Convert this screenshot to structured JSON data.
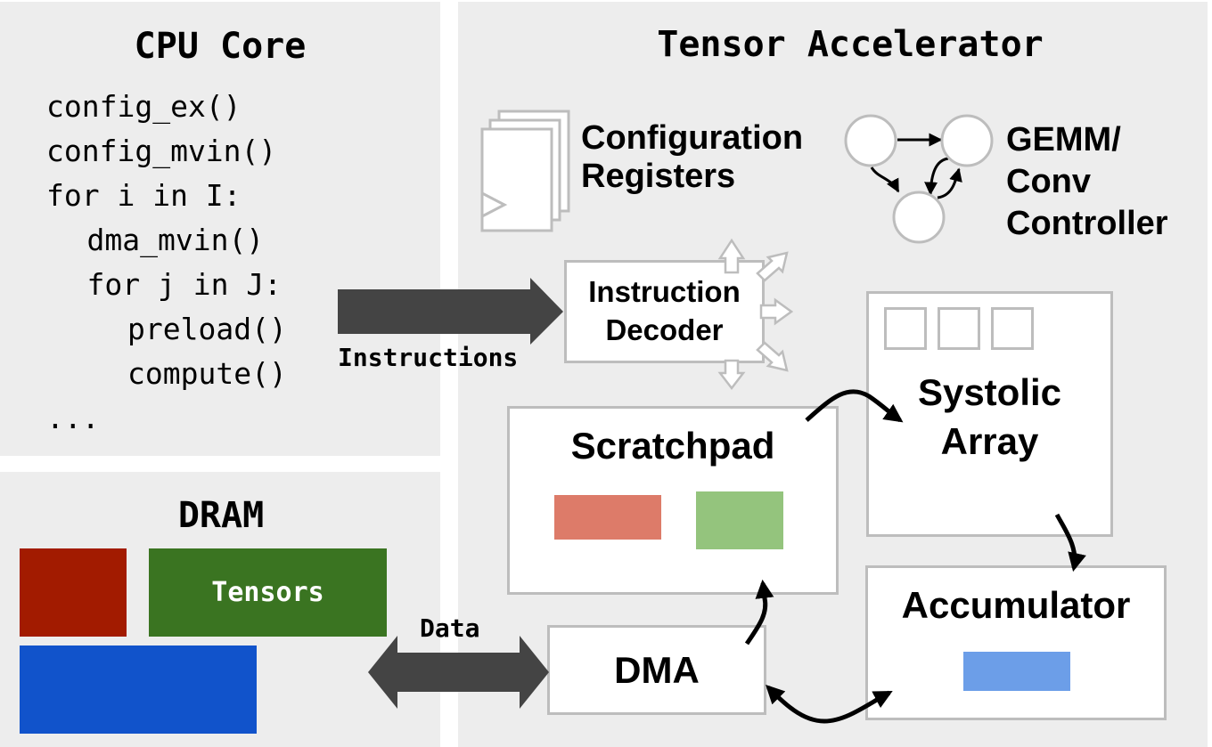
{
  "cpu_core": {
    "title": "CPU Core",
    "code": [
      {
        "text": "config_ex()",
        "indent": 0
      },
      {
        "text": "config_mvin()",
        "indent": 0
      },
      {
        "text": "for i in I:",
        "indent": 0
      },
      {
        "text": "dma_mvin()",
        "indent": 1
      },
      {
        "text": "for j in J:",
        "indent": 1
      },
      {
        "text": "preload()",
        "indent": 2
      },
      {
        "text": "compute()",
        "indent": 2
      },
      {
        "text": "...",
        "indent": 0
      }
    ]
  },
  "dram": {
    "title": "DRAM",
    "tensors_label": "Tensors",
    "colors": {
      "red": "#a21b00",
      "green": "#3a7421",
      "blue": "#1153cb"
    }
  },
  "links": {
    "instructions_label": "Instructions",
    "data_label": "Data",
    "arrow_color": "#444444"
  },
  "accelerator": {
    "title": "Tensor Accelerator",
    "config_registers": "Configuration\nRegisters",
    "controller": "GEMM/\nConv\nController",
    "instruction_decoder": "Instruction\nDecoder",
    "systolic_array": "Systolic\nArray",
    "scratchpad": "Scratchpad",
    "accumulator": "Accumulator",
    "dma": "DMA",
    "colors": {
      "scratch_red": "#dd7b69",
      "scratch_green": "#94c47d",
      "acc_blue": "#6c9ee8",
      "border": "#bdbdbd"
    }
  }
}
